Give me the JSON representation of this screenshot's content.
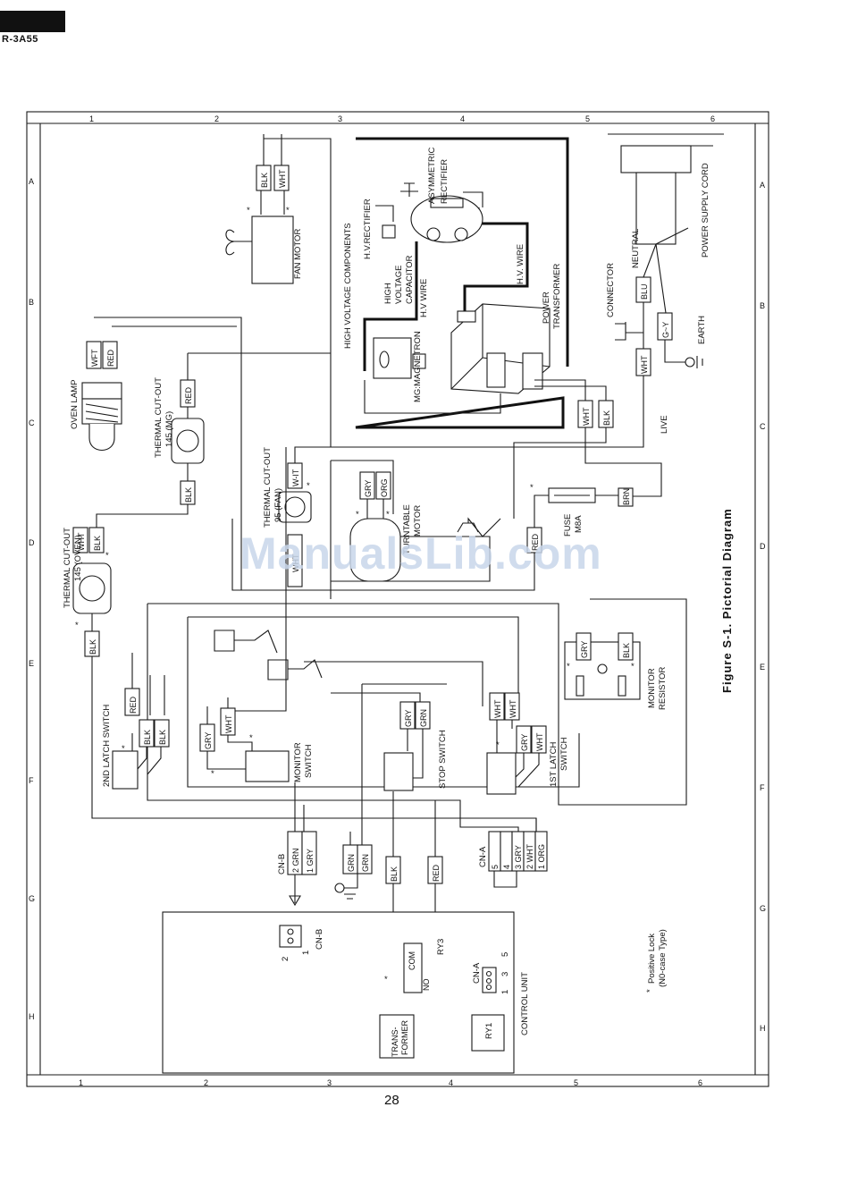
{
  "model": "R-3A55",
  "page_number": "28",
  "watermark": "ManualsLib.com",
  "figure_title": "Figure S-1. Pictorial Diagram",
  "grid": {
    "columns": [
      "1",
      "2",
      "3",
      "4",
      "5",
      "6"
    ],
    "rows": [
      "A",
      "B",
      "C",
      "D",
      "E",
      "F",
      "G",
      "H"
    ]
  },
  "components": {
    "fan_motor": "FAN MOTOR",
    "oven_lamp": "OVEN LAMP",
    "thermal_cutout_mg": "THERMAL CUT-OUT",
    "thermal_cutout_mg_value": "145 (MG)",
    "thermal_cutout_fan": "THERMAL CUT-OUT",
    "thermal_cutout_fan_value": "95 (FAN)",
    "thermal_cutout_oven": "THERMAL CUT-OUT",
    "thermal_cutout_oven_value": "145 (OVEN)",
    "high_voltage_components": "HIGH VOLTAGE COMPONENTS",
    "hv_rectifier": "H.V.RECTIFIER",
    "asymmetric": "ASYMMETRIC",
    "rectifier": "RECTIFIER",
    "high": "HIGH",
    "voltage": "VOLTAGE",
    "capacitor": "CAPACITOR",
    "hv_wire": "H.V WIRE",
    "hv_wire_2": "H.V. WIRE",
    "magnetron": "MG:MAGNETRON",
    "power": "POWER",
    "transformer": "TRANSFORMER",
    "connector": "CONNECTOR",
    "neutral": "NEUTRAL",
    "power_supply_cord": "POWER SUPPLY CORD",
    "earth": "EARTH",
    "live": "LIVE",
    "turntable": "TURNTABLE",
    "motor": "MOTOR",
    "fuse": "FUSE",
    "fuse_value": "M8A",
    "second_latch_switch": "2ND LATCH SWITCH",
    "monitor": "MONITOR",
    "switch": "SWITCH",
    "stop_switch": "STOP SWITCH",
    "first_latch": "1ST LATCH",
    "resistor": "RESISTOR",
    "cn_b": "CN-B",
    "cn_a": "CN-A",
    "control_unit": "CONTROL UNIT",
    "ry3": "RY3",
    "com": "COM",
    "no": "NO",
    "trans": "TRANS-",
    "former": "FORMER",
    "ry1": "RY1",
    "pin_2": "2",
    "pin_1": "1",
    "pin_3": "3",
    "pin_5": "5",
    "pin_4": "4"
  },
  "wire_tags": {
    "blk": "BLK",
    "wht": "WHT",
    "red": "RED",
    "gry": "GRY",
    "org": "ORG",
    "grn": "GRN",
    "blu": "BLU",
    "g_y": "G~Y",
    "brn": "BRN",
    "wht_alt": "WFT",
    "wht_alt2": "W-IT",
    "red_alt": "RED",
    "pin1_gry": "1 GRY",
    "pin2_grn": "2 GRN",
    "pin1_org": "1 ORG",
    "pin2_wht": "2 WHT",
    "pin3_gry": "3 GRY",
    "pin4": "4",
    "pin5": "5"
  },
  "footnote": {
    "marker": "*",
    "line1": "Positive Lock",
    "line2": "(N0-case Type)"
  }
}
